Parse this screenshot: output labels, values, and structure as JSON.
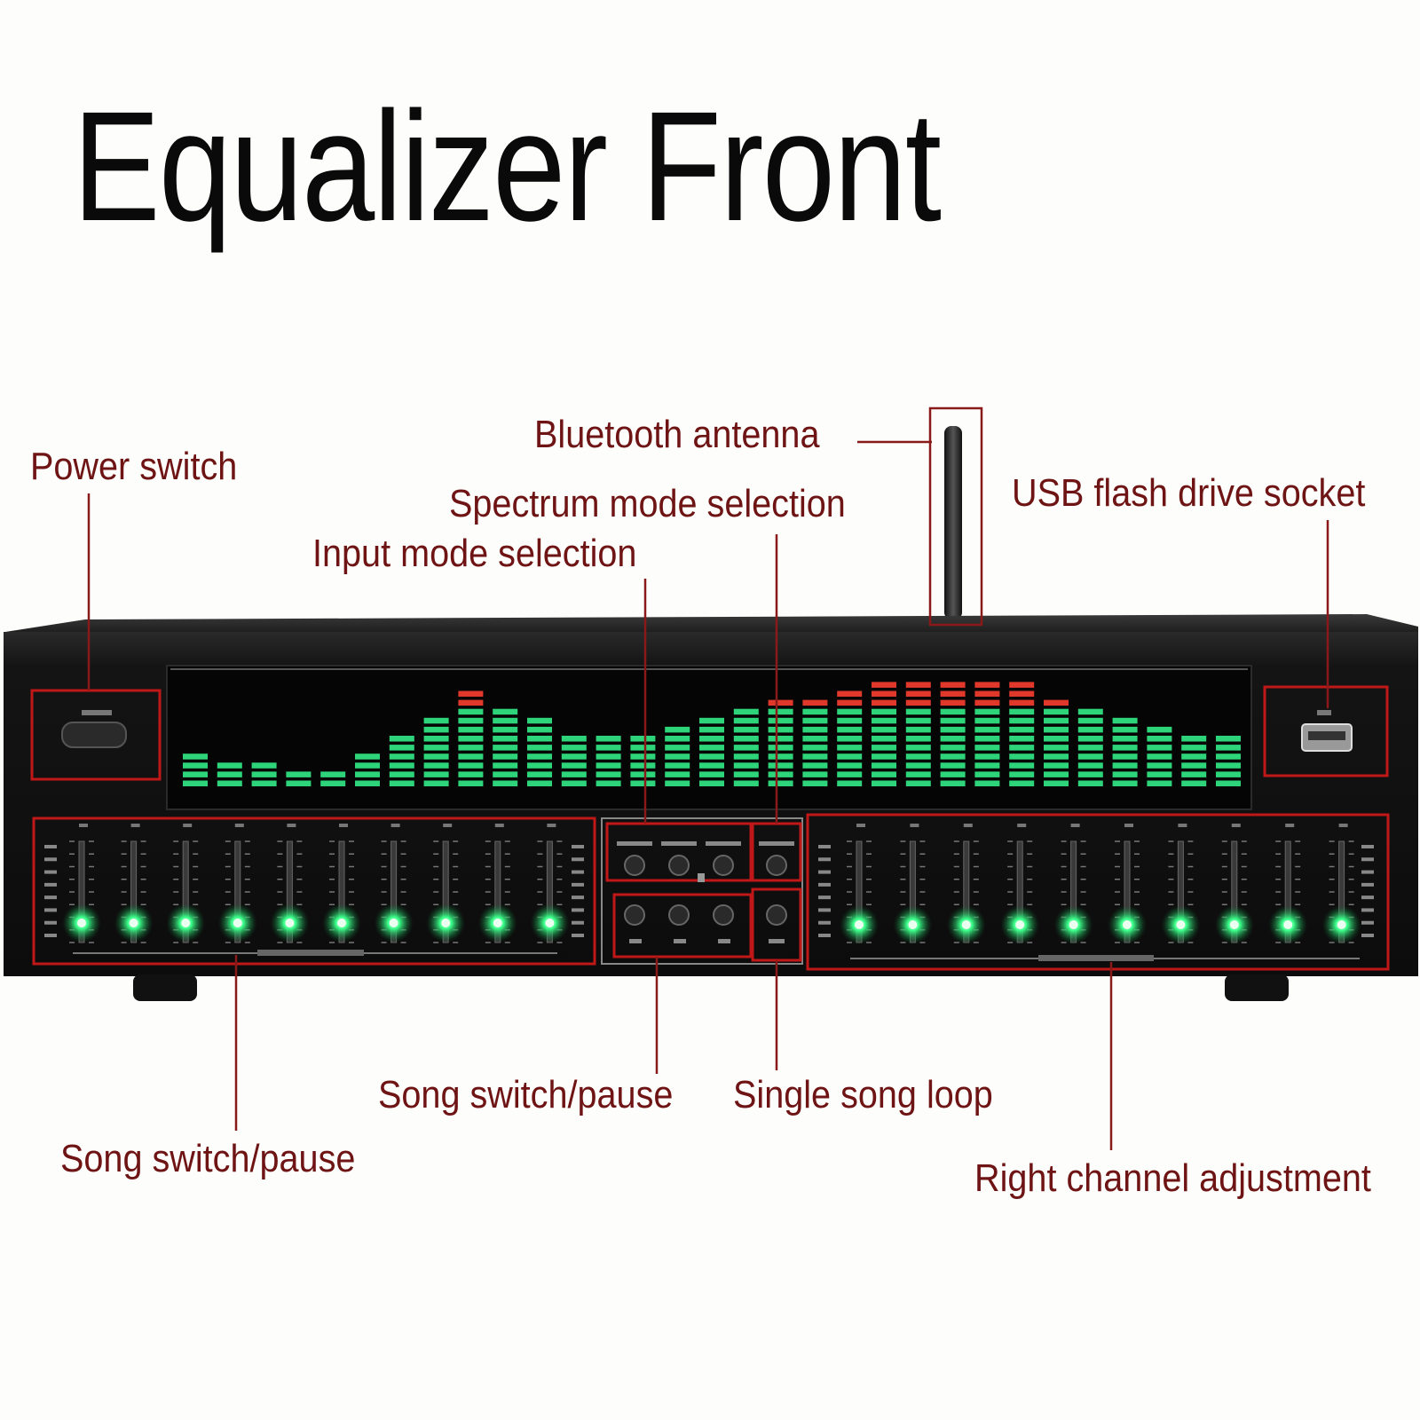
{
  "title": "Equalizer Front",
  "colors": {
    "callout_text": "#6e1414",
    "leader_line": "#8a1a1a",
    "highlight_frame": "#c01818",
    "led_green": "#2ed47a",
    "led_red": "#e0392b",
    "chassis": "#151515"
  },
  "callouts": {
    "power_switch": "Power switch",
    "bluetooth_antenna": "Bluetooth antenna",
    "spectrum_mode": "Spectrum mode selection",
    "input_mode": "Input mode selection",
    "usb_socket": "USB flash drive socket",
    "song_switch_center": "Song switch/pause",
    "single_song_loop": "Single song loop",
    "song_switch_left": "Song switch/pause",
    "right_channel": "Right channel adjustment"
  },
  "spectrum": {
    "bar_levels": [
      4,
      3,
      3,
      2,
      2,
      4,
      6,
      8,
      11,
      9,
      8,
      6,
      6,
      6,
      7,
      8,
      9,
      10,
      10,
      11,
      12,
      12,
      12,
      12,
      12,
      10,
      9,
      8,
      7,
      6,
      6
    ],
    "red_from_segment": 10
  }
}
